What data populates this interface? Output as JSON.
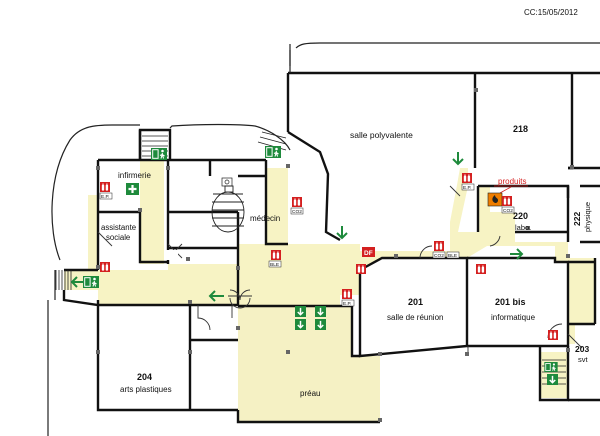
{
  "header": {
    "code": "CC:15/05/2012"
  },
  "rooms": {
    "salle_polyvalente": "salle polyvalente",
    "r218": "218",
    "infirmerie": "infirmerie",
    "medecin": "médecin",
    "assistante_l1": "assistante",
    "assistante_l2": "sociale",
    "r220": "220",
    "labo": "labo.",
    "r222": "222",
    "physique": "physique",
    "r201": "201",
    "salle_reunion": "salle de réunion",
    "r201bis": "201 bis",
    "informatique": "informatique",
    "r203": "203",
    "svt": "svt",
    "r204": "204",
    "arts_plastiques": "arts plastiques",
    "preau": "préau"
  },
  "hazard": {
    "produits": "produits"
  },
  "equipment": {
    "ep": "E.P.",
    "co2": "CO2",
    "ble": "BLE",
    "df": "DF"
  },
  "colors": {
    "corridor": "#f7f3c4",
    "exit_green": "#1e8a3c",
    "fire_red": "#d42020",
    "hazard_orange": "#ef7d00"
  }
}
